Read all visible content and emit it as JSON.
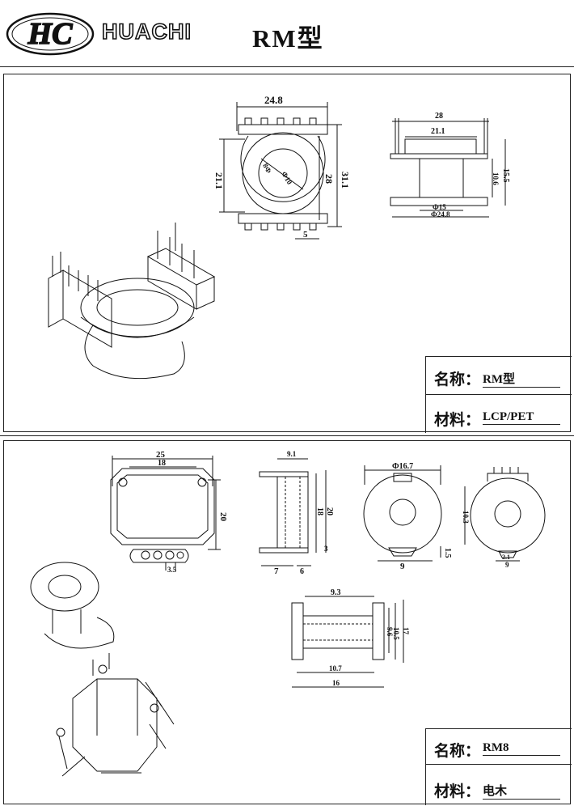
{
  "header": {
    "logo_text": "HC",
    "brand": "HUACHI",
    "model_title": "RM型"
  },
  "panel1": {
    "info": {
      "name_label": "名称：",
      "name_value": "RM型",
      "material_label": "材料：",
      "material_value": "LCP/PET"
    },
    "dims": {
      "top_width": "24.8",
      "left_height": "21.1",
      "inner_28": "28",
      "outer_height": "31.1",
      "pin_gap": "5",
      "inner_dia_a": "8Ф",
      "inner_dia_b": "Ф10",
      "side_28": "28",
      "side_21": "21.1",
      "side_15": "15.5",
      "side_10": "10.6",
      "side_15b": "Ф15",
      "side_248": "Ф24.8"
    }
  },
  "panel2": {
    "info": {
      "name_label": "名称：",
      "name_value": "RM8",
      "material_label": "材料：",
      "material_value": "电木"
    },
    "dims": {
      "top_25": "25",
      "top_18": "18",
      "side_20": "20",
      "pitch_35": "3.5",
      "sv_91": "9.1",
      "sv_18": "18",
      "sv_20": "20",
      "sv_3": "3",
      "sv_7": "7",
      "sv_6": "6",
      "c_dia": "Ф16.7",
      "c_9": "9",
      "c_15": "1.5",
      "r_103": "10.3",
      "r_9": "9",
      "r_21": "2.1",
      "b_93": "9.3",
      "b_96": "9.6",
      "b_105": "10.5",
      "b_17": "17",
      "b_107": "10.7",
      "b_16": "16"
    }
  }
}
